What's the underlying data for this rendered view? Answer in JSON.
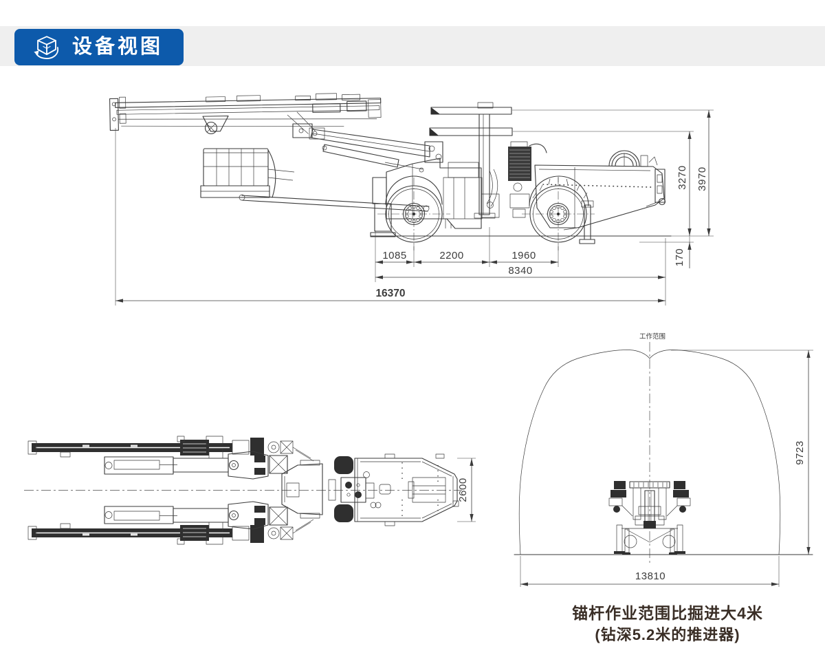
{
  "header": {
    "title": "设备视图",
    "icon": "cube-3d-rotate-icon",
    "badge_color": "#0d5aab",
    "band_color": "#efefef"
  },
  "side_view": {
    "dims": {
      "segment_front": "1085",
      "segment_mid": "2200",
      "segment_rear": "1960",
      "carrier_length": "8340",
      "overall_length": "16370",
      "height_inner": "3270",
      "height_overall": "3970",
      "ground_clearance": "170"
    }
  },
  "top_view": {
    "dims": {
      "width": "2600"
    }
  },
  "tunnel_view": {
    "label": "工作范围",
    "dims": {
      "height": "9723",
      "width": "13810"
    }
  },
  "caption": {
    "line1": "锚杆作业范围比掘进大4米",
    "line2": "(钻深5.2米的推进器)"
  },
  "drawing": {
    "line_color": "#3c3c3c",
    "caption_color": "#3a2e26"
  }
}
